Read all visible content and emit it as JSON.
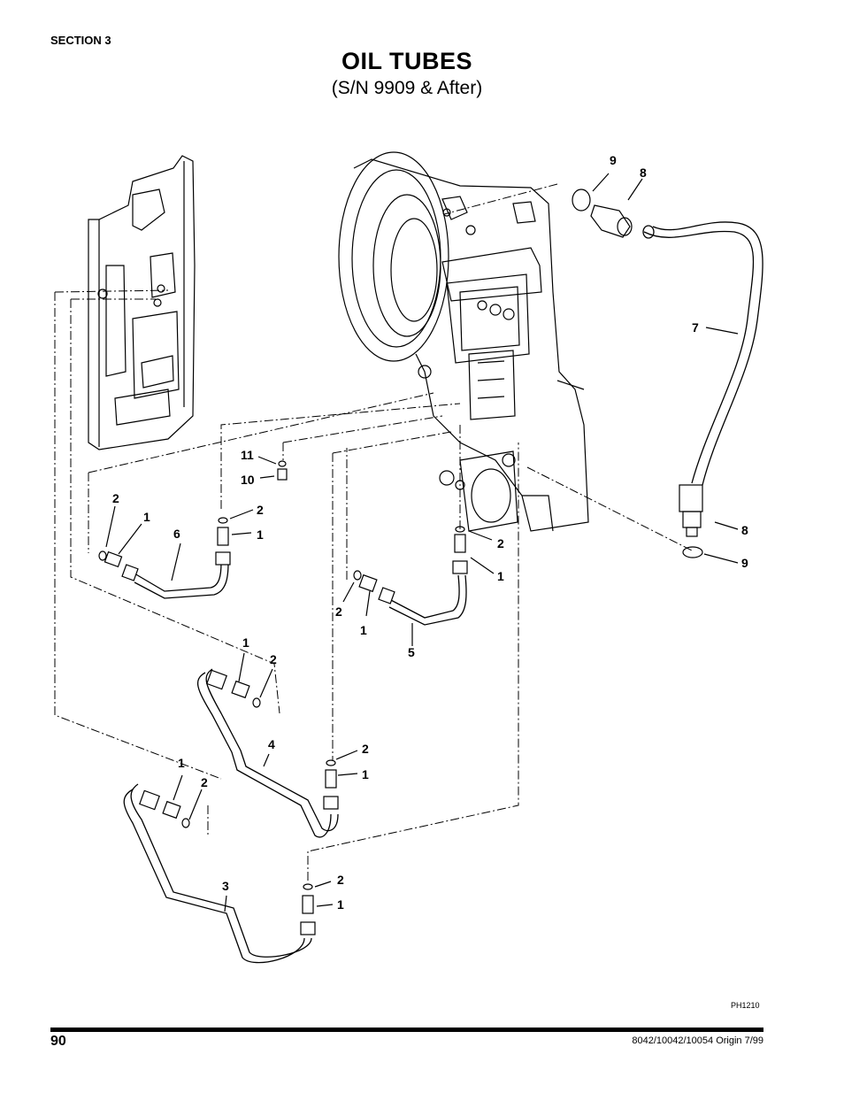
{
  "header": {
    "section": "SECTION 3",
    "title": "OIL TUBES",
    "subtitle": "(S/N 9909 & After)"
  },
  "diagram": {
    "figure_code": "PH1210",
    "callouts": [
      {
        "label": "9"
      },
      {
        "label": "8"
      },
      {
        "label": "7"
      },
      {
        "label": "8"
      },
      {
        "label": "9"
      },
      {
        "label": "11"
      },
      {
        "label": "10"
      },
      {
        "label": "2"
      },
      {
        "label": "1"
      },
      {
        "label": "6"
      },
      {
        "label": "2"
      },
      {
        "label": "1"
      },
      {
        "label": "2"
      },
      {
        "label": "1"
      },
      {
        "label": "2"
      },
      {
        "label": "1"
      },
      {
        "label": "5"
      },
      {
        "label": "1"
      },
      {
        "label": "2"
      },
      {
        "label": "4"
      },
      {
        "label": "2"
      },
      {
        "label": "1"
      },
      {
        "label": "1"
      },
      {
        "label": "2"
      },
      {
        "label": "3"
      },
      {
        "label": "2"
      },
      {
        "label": "1"
      }
    ]
  },
  "footer": {
    "page_number": "90",
    "origin": "8042/10042/10054 Origin 7/99"
  }
}
